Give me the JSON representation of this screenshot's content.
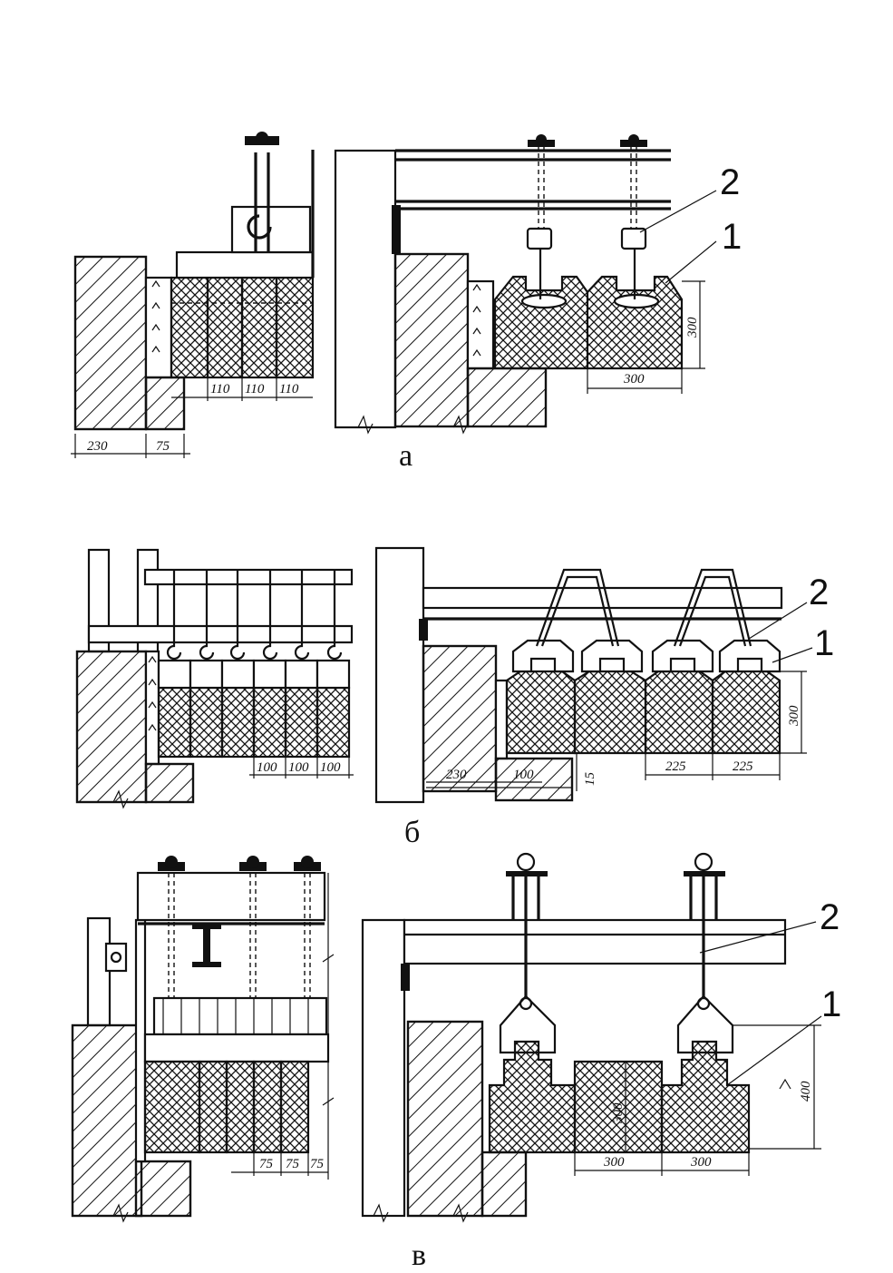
{
  "figures": [
    {
      "caption": "а",
      "callouts": [
        "2",
        "1"
      ],
      "dimensions_left": [
        "110",
        "110",
        "110",
        "230",
        "75"
      ],
      "dimensions_right": [
        "300",
        "300"
      ]
    },
    {
      "caption": "б",
      "callouts": [
        "2",
        "1"
      ],
      "dimensions_left": [
        "100",
        "100",
        "100"
      ],
      "dimensions_right": [
        "230",
        "100",
        "15",
        "225",
        "225",
        "300"
      ]
    },
    {
      "caption": "в",
      "callouts": [
        "2",
        "1"
      ],
      "dimensions_left": [
        "75",
        "75",
        "75"
      ],
      "dimensions_right": [
        "300",
        "300",
        "300",
        "400"
      ]
    }
  ]
}
